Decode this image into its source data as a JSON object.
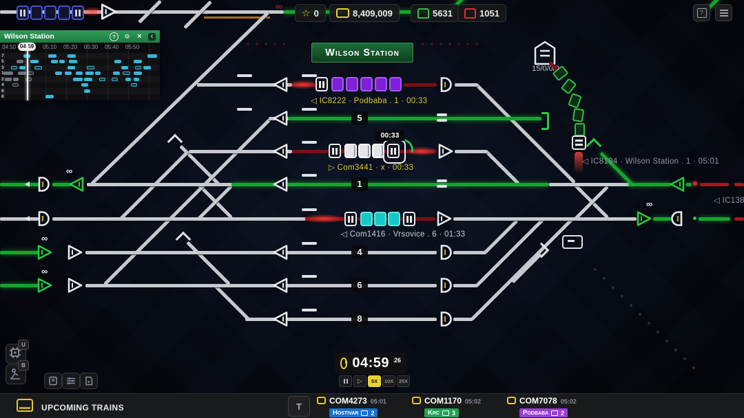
{
  "glyphs": {
    "infinity": "∞",
    "help": "?",
    "gear": "⚙",
    "close": "×",
    "collapse": "‹",
    "question": "?"
  },
  "top_bar": {
    "score": "0",
    "money": "8,409,009",
    "green_count": "5631",
    "red_count": "1051"
  },
  "world": {
    "station_badge": "Wilson Station",
    "platforms": {
      "p5": "5",
      "p1": "1",
      "p4": "4",
      "p6": "6",
      "p8": "8"
    },
    "depot_counts": "15/0/0/0",
    "train_labels": {
      "ic8222": "◁ IC8222 · Podbaba . 1 · 00:33",
      "com3441": "▷ Com3441 · x · 00:33",
      "com3441_timer": "00:33",
      "com1416": "◁ Com1416 · Vrsovice . 6 · 01:33",
      "ic8194": "◁ IC8194 · Wilson Station . 1 · 05:01",
      "ic138": "◁ IC138"
    }
  },
  "timetable_window": {
    "title": "Wilson Station",
    "times": [
      "04:50",
      "04:59",
      "05:10",
      "05:20",
      "05:30",
      "05:40",
      "05:50"
    ],
    "current_time": "04:59",
    "rows": [
      {
        "label": "7",
        "blocks": [
          [
            34,
            10,
            "c"
          ],
          [
            70,
            12,
            "c"
          ],
          [
            98,
            12,
            "c"
          ],
          [
            214,
            14,
            "c"
          ]
        ]
      },
      {
        "label": "5",
        "blocks": [
          [
            24,
            10,
            "g"
          ],
          [
            44,
            12,
            "c"
          ],
          [
            74,
            10,
            "c"
          ],
          [
            86,
            8,
            "c"
          ],
          [
            100,
            12,
            "c"
          ],
          [
            166,
            10,
            "c"
          ],
          [
            194,
            12,
            "c"
          ]
        ]
      },
      {
        "label": "3",
        "blocks": [
          [
            16,
            9,
            "co"
          ],
          [
            28,
            9,
            "c"
          ],
          [
            50,
            11,
            "co"
          ],
          [
            98,
            11,
            "c"
          ],
          [
            126,
            11,
            "co"
          ],
          [
            176,
            10,
            "c"
          ],
          [
            196,
            9,
            "co"
          ],
          [
            208,
            11,
            "c"
          ]
        ]
      },
      {
        "label": "1",
        "blocks": [
          [
            5,
            14,
            "g"
          ],
          [
            26,
            12,
            "g"
          ],
          [
            40,
            9,
            "go"
          ],
          [
            80,
            10,
            "c"
          ],
          [
            94,
            10,
            "c"
          ],
          [
            110,
            10,
            "c"
          ],
          [
            124,
            12,
            "c"
          ],
          [
            138,
            8,
            "c"
          ],
          [
            164,
            10,
            "c"
          ],
          [
            178,
            11,
            "co"
          ],
          [
            194,
            12,
            "c"
          ]
        ]
      },
      {
        "label": "2",
        "blocks": [
          [
            7,
            10,
            "g"
          ],
          [
            19,
            8,
            "g"
          ],
          [
            37,
            9,
            "go"
          ],
          [
            106,
            14,
            "c"
          ],
          [
            122,
            12,
            "c"
          ],
          [
            144,
            9,
            "co"
          ],
          [
            162,
            9,
            "co"
          ],
          [
            182,
            8,
            "c"
          ],
          [
            194,
            8,
            "c"
          ]
        ]
      },
      {
        "label": "4",
        "blocks": [
          [
            18,
            9,
            "go"
          ],
          [
            118,
            10,
            "c"
          ],
          [
            190,
            9,
            "co"
          ]
        ]
      },
      {
        "label": "6",
        "blocks": [
          [
            122,
            9,
            "c"
          ]
        ]
      },
      {
        "label": "8",
        "blocks": [
          [
            66,
            12,
            "c"
          ]
        ]
      }
    ]
  },
  "clock": {
    "time": "04:59",
    "seconds": "26",
    "speeds": [
      "5X",
      "10X",
      "25X"
    ],
    "active_speed": "5X"
  },
  "hotkeys": {
    "upgrade": "U",
    "build": "B"
  },
  "bottom_bar": {
    "title": "UPCOMING TRAINS",
    "t_button": "T",
    "trains": [
      {
        "id": "COM4273",
        "time": "05:01",
        "destination": "Hostivar",
        "count": "2",
        "color": "#1873cf"
      },
      {
        "id": "COM1170",
        "time": "05:02",
        "destination": "Krc",
        "count": "3",
        "color": "#21a356"
      },
      {
        "id": "COM7078",
        "time": "05:02",
        "destination": "Podbaba",
        "count": "2",
        "color": "#9a3fd6"
      }
    ]
  },
  "colors": {
    "route_green": "#17a42e",
    "occupied_red": "#7d0f14",
    "accent_yellow": "#e8d232",
    "cyan_block": "#35b8dc"
  }
}
